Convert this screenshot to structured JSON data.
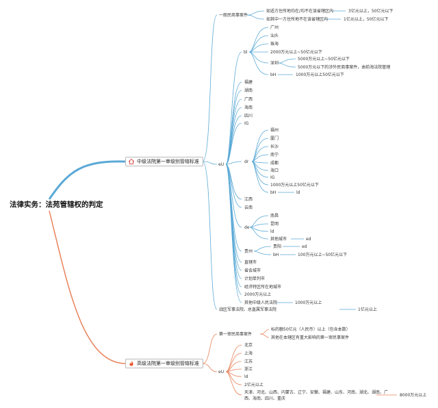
{
  "title": "法律实务：法苑管辖权的判定",
  "colors": {
    "blue": "#5aa9d6",
    "orange": "#e8825a"
  },
  "icons": {
    "intermediate": "house-icon",
    "high": "flame-icon"
  },
  "intermediate": {
    "label": "中级法院第一审级别管辖标准",
    "general_cases": "一般民商事案件",
    "domicile_in": "如适方住所地均在/均不在该省辖区内",
    "domicile_in_value": "3亿元以上，50亿元以下",
    "domicile_out": "如其中一方住所地不在该省辖区内",
    "domicile_out_value": "1亿元以上，50亿元以下",
    "eu": "eU",
    "bl": "bl",
    "bl_items": [
      "广州",
      "汕头",
      "珠海"
    ],
    "bl_range": "2000万元以上~50亿元以下",
    "shenzhen": "深圳",
    "shenzhen_a": "5000万元以上~50亿元以下",
    "shenzhen_b": "5000万元以下的涉外民商事案件，由前海法院管辖",
    "bh_label": "bH",
    "bh_value": "1000万元以上50亿元以下",
    "eu_provinces": [
      "福建",
      "湖南",
      "广西",
      "海南",
      "四川",
      "IG"
    ],
    "dr": "dr",
    "dr_items": [
      "福州",
      "厦门",
      "长沙",
      "南宁",
      "成都",
      "海口",
      "IG"
    ],
    "dr_range": "1000万元以上50亿元以下",
    "dr_bh": "bH",
    "dr_bh_value": "ld",
    "provinces2": [
      "江西",
      "云南"
    ],
    "de": "de",
    "de_items": [
      "南昌",
      "昆明",
      "ld"
    ],
    "other_city": "其他城市",
    "other_city_value": "ed",
    "guizhou": "贵州",
    "guiyang": "贵阳",
    "guiyang_value": "ed",
    "gz_bh": "bH",
    "gz_bh_value": "100万元以上~50亿元以下",
    "tail_items": [
      "直辖市",
      "省会城市",
      "计划单列市",
      "经济特区所在地城市",
      "2000万元以上"
    ],
    "other_courts": "其他中级人民法院",
    "other_courts_value": "1000万元以上",
    "military": "战区军事法院、总直属军事法院",
    "military_value": "1亿元以上"
  },
  "high": {
    "label": "高级法院第一审级别管辖标准",
    "first_cases": "第一审民商事案件",
    "first_a": "标的额50亿元（人民币）以上（包含本数）",
    "first_b": "其他在本辖区有重大影响的第一审民事案件",
    "eu": "eU",
    "items": [
      "北京",
      "上海",
      "江苏",
      "浙江",
      "ld",
      "2亿元以上"
    ],
    "list_line1": "天津、河北、山西、内蒙古、辽宁、安徽、福建、山东、河南、湖北、湖南、广",
    "list_line2": "西、海南、四川、重庆",
    "list_value": "8000万元以上"
  }
}
